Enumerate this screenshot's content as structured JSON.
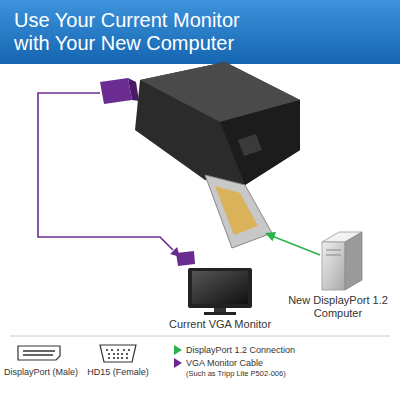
{
  "diagram": {
    "title": "Use Your Current Monitor with Your New Computer",
    "nodes": [
      {
        "text": [
          "Current VGA Monitor"
        ]
      },
      {
        "text": [
          "New DisplayPort 1.2 Computer"
        ]
      }
    ],
    "labels": [
      "DisplayPort (Male)",
      "HD15 (Female)",
      "(Such as Tripp Lite P502-006)"
    ],
    "legend": [
      {
        "text": "DisplayPort 1.2 Connection"
      },
      {
        "text": "VGA Monitor Cable"
      }
    ]
  }
}
